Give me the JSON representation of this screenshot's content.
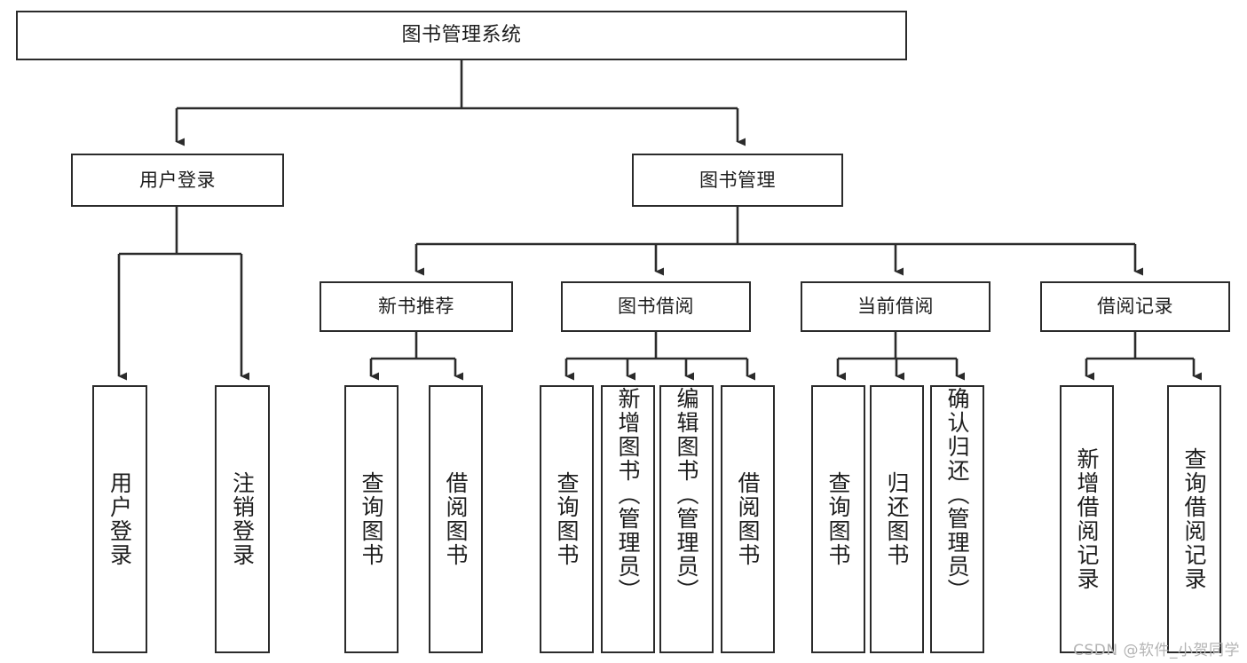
{
  "diagram": {
    "title": "图书管理系统",
    "type": "功能结构图",
    "stroke_color": "#2b2b2b",
    "fill_color": "#ffffff",
    "watermark": "CSDN @软件_小贺同学"
  },
  "root": {
    "label": "图书管理系统"
  },
  "level2": [
    {
      "id": "user-login",
      "label": "用户登录"
    },
    {
      "id": "book-manage",
      "label": "图书管理"
    }
  ],
  "level3": [
    {
      "id": "new-book-recommend",
      "label": "新书推荐"
    },
    {
      "id": "book-borrow",
      "label": "图书借阅"
    },
    {
      "id": "current-borrow",
      "label": "当前借阅"
    },
    {
      "id": "borrow-record",
      "label": "借阅记录"
    }
  ],
  "leaves": {
    "user_login": [
      {
        "id": "leaf-user-login",
        "label": "用户登录"
      },
      {
        "id": "leaf-logout-login",
        "label": "注销登录"
      }
    ],
    "new_book_recommend": [
      {
        "id": "leaf-query-book-1",
        "label": "查询图书"
      },
      {
        "id": "leaf-borrow-book-1",
        "label": "借阅图书"
      }
    ],
    "book_borrow": [
      {
        "id": "leaf-query-book-2",
        "label": "查询图书"
      },
      {
        "id": "leaf-add-book-admin",
        "label": "新增图书（管理员）"
      },
      {
        "id": "leaf-edit-book-admin",
        "label": "编辑图书（管理员）"
      },
      {
        "id": "leaf-borrow-book-2",
        "label": "借阅图书"
      }
    ],
    "current_borrow": [
      {
        "id": "leaf-query-book-3",
        "label": "查询图书"
      },
      {
        "id": "leaf-return-book",
        "label": "归还图书"
      },
      {
        "id": "leaf-confirm-return-admin",
        "label": "确认归还（管理员）"
      }
    ],
    "borrow_record": [
      {
        "id": "leaf-add-borrow-record",
        "label": "新增借阅记录"
      },
      {
        "id": "leaf-query-borrow-record",
        "label": "查询借阅记录"
      }
    ]
  }
}
